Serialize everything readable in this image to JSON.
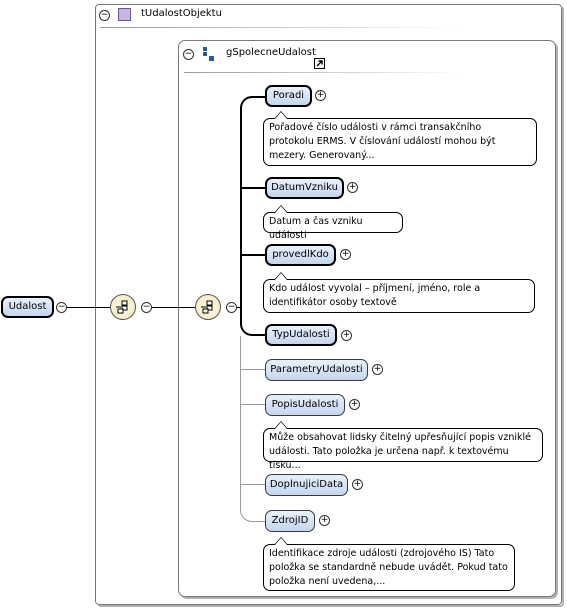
{
  "complex_type": {
    "name": "tUdalostObjektu",
    "icon": "complex-type-icon",
    "color": "#c8b6e2"
  },
  "group": {
    "name": "gSpolecneUdalost",
    "icon": "group-icon",
    "link_icon": "link-arrow-icon"
  },
  "root_element": {
    "name": "Udalost"
  },
  "toggles": {
    "expanded": "−",
    "collapsed": "+"
  },
  "elements": [
    {
      "name": "Poradi",
      "required": true,
      "doc": [
        "Pořadové číslo události v rámci transakčního",
        "protokolu ERMS. V číslování událostí mohou být",
        "mezery. Generovaný..."
      ]
    },
    {
      "name": "DatumVzniku",
      "required": true,
      "doc": [
        "Datum a čas vzniku události"
      ]
    },
    {
      "name": "provedlKdo",
      "required": true,
      "doc": [
        "Kdo událost vyvolal – příjmení, jméno, role a",
        "identifikátor osoby textově"
      ]
    },
    {
      "name": "TypUdalosti",
      "required": true,
      "doc": []
    },
    {
      "name": "ParametryUdalosti",
      "required": false,
      "doc": []
    },
    {
      "name": "PopisUdalosti",
      "required": false,
      "doc": [
        "Může obsahovat lidsky čitelný upřesňující popis vzniklé",
        "události. Tato položka je určena např. k textovému tisku..."
      ]
    },
    {
      "name": "DoplnujiciData",
      "required": false,
      "doc": []
    },
    {
      "name": "ZdrojID",
      "required": false,
      "doc": [
        "Identifikace zdroje události (zdrojového IS) Tato",
        "položka se standardně nebude uvádět. Pokud tato",
        "položka není uvedena,..."
      ]
    }
  ]
}
